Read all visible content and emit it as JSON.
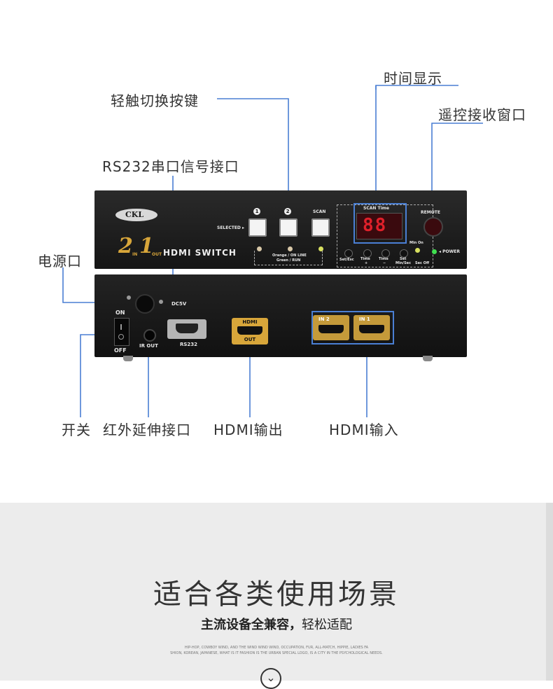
{
  "callouts": {
    "time_display": "时间显示",
    "touch_button": "轻触切换按键",
    "remote_window": "遥控接收窗口",
    "rs232_port": "RS232串口信号接口",
    "power_port": "电源口",
    "switch": "开关",
    "ir_extension": "红外延伸接口",
    "hdmi_output": "HDMI输出",
    "hdmi_input": "HDMI输入"
  },
  "device_front": {
    "brand": "CKL",
    "model_big": "2",
    "model_in": "IN",
    "model_one": "1",
    "model_out": "OUT",
    "product": "HDMI SWITCH",
    "selected_label": "SELECTED ▸",
    "btn1": "1",
    "btn2": "2",
    "scan": "SCAN",
    "led_legend_1": "Orange / ON LINE",
    "led_legend_2": "Green / RUN",
    "scan_time": "SCAN Time",
    "display_digits": "88",
    "set_esc": "Set/Esc",
    "time_up": "Time",
    "time_up_sym": "+",
    "time_down": "Time",
    "time_down_sym": "−",
    "set_min_sec": "Set",
    "set_min_sec_2": "Min/Sec",
    "min_on": "Min On",
    "sec_off": "Sec Off",
    "remote": "REMOTE",
    "power": "◂ POWER"
  },
  "device_back": {
    "dc": "DC5V",
    "on": "ON",
    "off": "OFF",
    "ir_out": "IR OUT",
    "rs232": "RS232",
    "hdmi": "HDMI",
    "out": "OUT",
    "in2": "IN 2",
    "in1": "IN 1"
  },
  "promo": {
    "title": "适合各类使用场景",
    "subtitle_bold": "主流设备全兼容，",
    "subtitle_rest": "轻松适配",
    "small_line_1": "HIP-HOP, COWBOY WIND, AND THE WIND WIND WIND, OCCUPATION, FUR, ALL-MATCH, HIPPIE, LADIES FA",
    "small_line_2": "SHION, KOREAN, JAPANESE, WHAT IS IT FASHION IS THE URBAN SPECIAL LOGO, IS A CITY IN THE PSYCHOLOGICAL NEEDS.",
    "chevron": "⌄"
  },
  "colors": {
    "callout_line": "#4a7fd4",
    "gold": "#d8a63a",
    "led_red": "#e0202a"
  }
}
